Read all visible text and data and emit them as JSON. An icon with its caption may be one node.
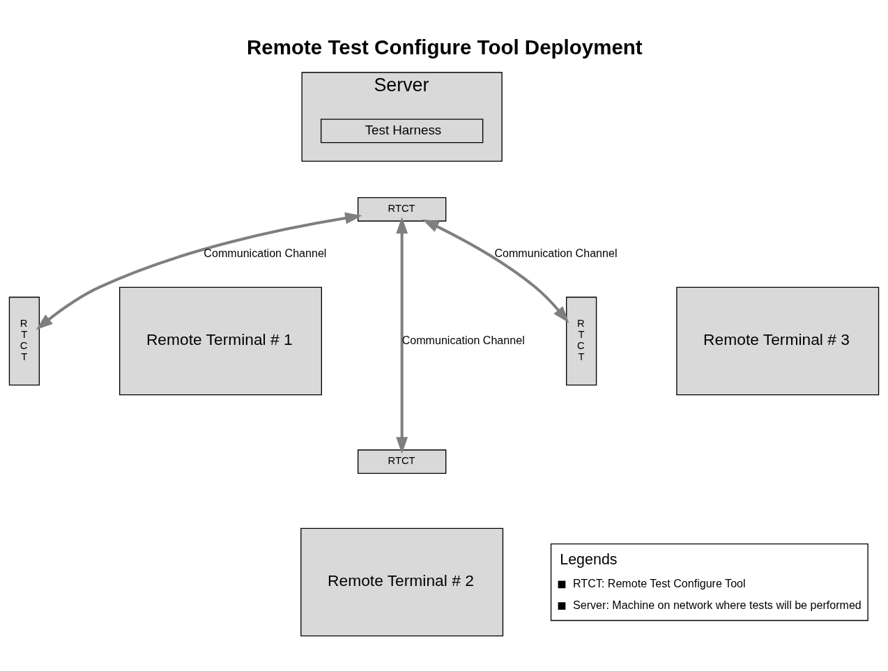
{
  "diagram": {
    "title": "Remote Test Configure Tool Deployment",
    "nodes": [
      {
        "text": [
          "Server"
        ]
      },
      {
        "text": [
          "Test Harness"
        ],
        "in": 0
      },
      {
        "text": [
          "RTCT"
        ]
      },
      {
        "text": [
          "Remote Terminal # 1"
        ]
      },
      {
        "text": [
          "R T C T"
        ]
      },
      {
        "text": [
          "Remote Terminal # 2"
        ]
      },
      {
        "text": [
          "RTCT"
        ]
      },
      {
        "text": [
          "Remote Terminal # 3"
        ]
      },
      {
        "text": [
          "R T C T"
        ]
      }
    ],
    "edges": [
      {
        "from": 2,
        "to": 4,
        "arrow": "both",
        "label": "Communication Channel"
      },
      {
        "from": 2,
        "to": 6,
        "arrow": "both",
        "label": "Communication Channel"
      },
      {
        "from": 2,
        "to": 8,
        "arrow": "both",
        "label": "Communication Channel"
      }
    ],
    "labels": [
      "Legends"
    ],
    "legend": [
      {
        "text": "RTCT: Remote Test Configure Tool"
      },
      {
        "text": "Server: Machine on network where tests will be performed"
      }
    ]
  }
}
